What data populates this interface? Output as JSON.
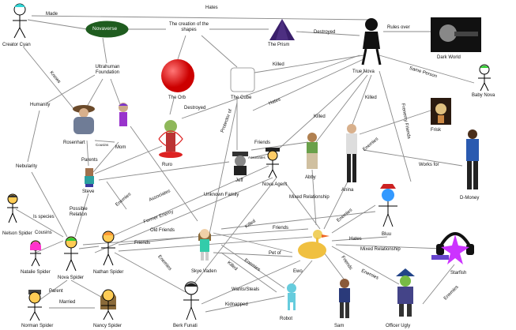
{
  "nodes": {
    "creator_cyan": "Creator Cyan",
    "novaverse": "Novaverse",
    "creation_of_shapes": "The creation of the shapes",
    "prism": "The Prism",
    "true_nova": "True Nova",
    "dark_world": "Dark World",
    "baby_nova": "Baby Nova",
    "ultrahuman_foundation": "Ultrahuman Foundation",
    "humanity": "Humanity",
    "nebularity": "Nebularity",
    "rosenhart": "Rosenhart",
    "mom": "Mom",
    "parents": "Parents",
    "steve": "Steve",
    "the_orb": "The Orb",
    "ruro": "Ruro",
    "the_cube": "The Cube",
    "jeff": "Jeff",
    "nova_agent": "Nova Agent",
    "abby": "Abby",
    "anina": "Anina",
    "frisk": "Frisk",
    "d_money": "D-Money",
    "nelson_spider": "Nelson Spider",
    "natalie_spider": "Natalie Spider",
    "nova_spider": "Nova Spider",
    "nathan_spider": "Nathan Spider",
    "norman_spider": "Norman Spider",
    "nancy_spider": "Nancy Spider",
    "skye_vaden": "Skye Vaden",
    "berk_funati": "Berk Funati",
    "robot": "Robot",
    "ewo": "Ewo",
    "sam": "Sam",
    "bluu": "Bluu",
    "officer_ugly": "Officer Ugly",
    "starfish": "Starfish"
  },
  "edges": {
    "made": "Made",
    "hates_top": "Hates",
    "destroyed_prism": "Destroyed",
    "rules_over": "Rules over",
    "same_person": "Same Person",
    "killed_cube": "Killed",
    "killed_anina": "Killed",
    "killed_abby": "Killed",
    "hates_cube": "Hates",
    "destroyed_orb": "Destroyed",
    "knows": "Knows",
    "cousins_mom": "Cousins",
    "protector_of": "Protector of",
    "friends_jeff": "Friends",
    "associates": "Associates",
    "enemies_truenova": "Enemies",
    "frenemy_friends": "Frenemy Friends",
    "works_for": "Works for",
    "possible_relation": "Possible Relation",
    "enemies_steve": "Enemies",
    "associates_steve": "Associates",
    "unknown_family": "Unknown Family",
    "mixed_relationship": "Mixed Relationship",
    "former_enemy": "Former Enemy",
    "is_species": "Is species",
    "cousins_spider": "Cousins",
    "old_friends": "Old Friends",
    "killed_skye": "Killed",
    "friends_ewo": "Friends",
    "friends_nova": "Friends",
    "enemies_nathan": "Enemies",
    "enemies_bluu": "Enemies",
    "hates_ewo": "Hates",
    "mixed_relationship_2": "Mixed Relationship",
    "pet_of": "Pet of",
    "killed_berk": "Killed",
    "enemies_robot": "Enemies",
    "friends_sam": "Friends",
    "enemies_officer": "Enemies",
    "enemies_starfish": "Enemies",
    "parent": "Parent",
    "married": "Married",
    "wants_steals": "Wants/Steals",
    "kidnapped": "Kidnapped"
  },
  "colors": {
    "novaverse_fill": "#1f5c1f",
    "prism_fill": "#3a1f6b",
    "orb_fill": "#e01010",
    "cyan_hair": "#33d6d6",
    "green_hair": "#33cc33",
    "pink_hair": "#ff33cc",
    "starfish": "#cc33ff"
  },
  "icons": [
    "stick-figure-icon",
    "sphere-icon",
    "cube-icon",
    "prism-icon",
    "planet-icon",
    "robot-icon",
    "bird-icon",
    "headphones-icon"
  ]
}
